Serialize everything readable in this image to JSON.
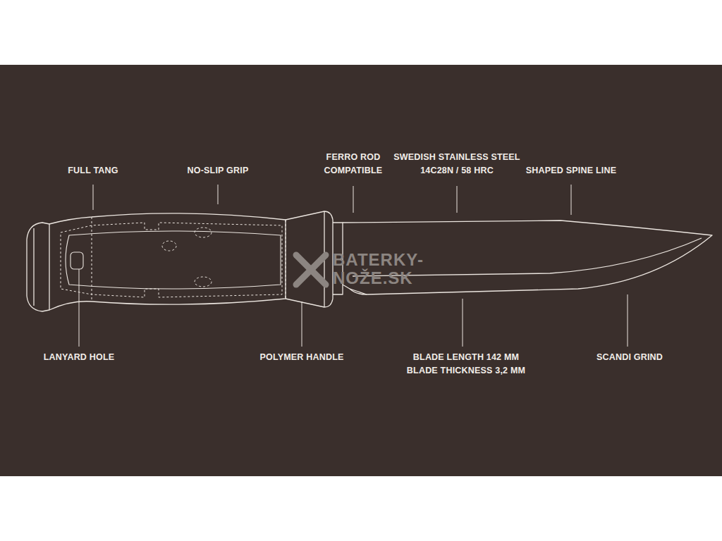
{
  "diagram": {
    "labels": [
      "FULL TANG",
      "NO-SLIP GRIP",
      "FERRO ROD COMPATIBLE",
      "SWEDISH STAINLESS STEEL 14C28N / 58 HRC",
      "SHAPED SPINE LINE",
      "LANYARD HOLE",
      "POLYMER HANDLE",
      "BLADE LENGTH 142 MM",
      "BLADE THICKNESS 3,2 MM",
      "SCANDI GRIND",
      "BATERKY- NOŽE.SK"
    ]
  }
}
